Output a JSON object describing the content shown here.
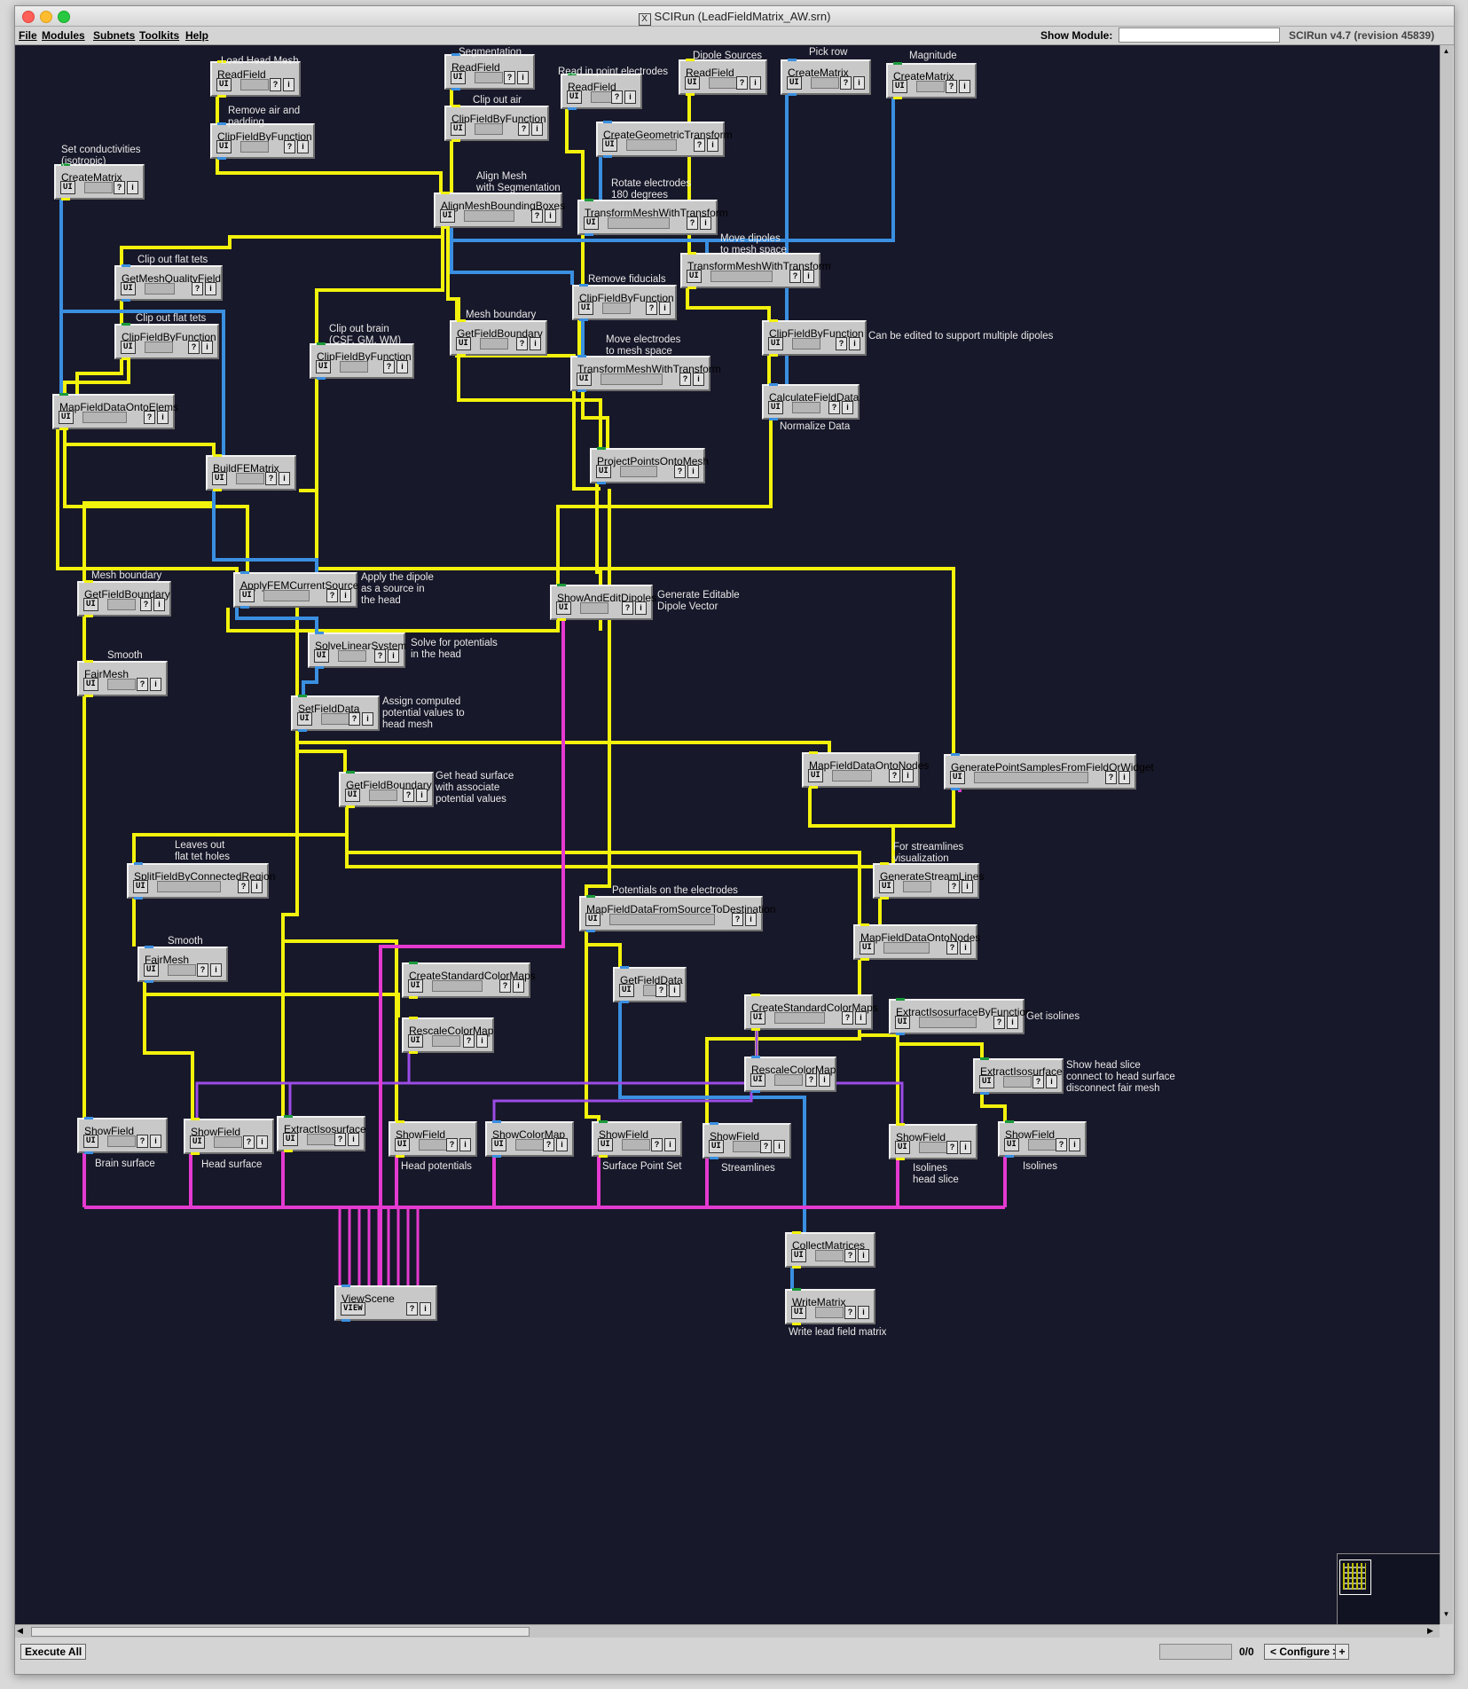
{
  "window": {
    "title": "SCIRun (LeadFieldMatrix_AW.srn)",
    "x_glyph": "X"
  },
  "menubar": {
    "items": [
      "File",
      "Modules",
      "Subnets",
      "Toolkits",
      "Help"
    ],
    "show_module_label": "Show Module:",
    "show_module_value": "",
    "version": "SCIRun v4.7 (revision 45839)"
  },
  "module_buttons": {
    "ui": "UI",
    "view": "VIEW",
    "help": "?",
    "info": "i"
  },
  "modules": [
    {
      "id": "m1",
      "name": "ReadField",
      "ui": "UI"
    },
    {
      "id": "m2",
      "name": "ClipFieldByFunction",
      "ui": "UI"
    },
    {
      "id": "m3",
      "name": "CreateMatrix",
      "ui": "UI"
    },
    {
      "id": "m4",
      "name": "ReadField",
      "ui": "UI"
    },
    {
      "id": "m5",
      "name": "ClipFieldByFunction",
      "ui": "UI"
    },
    {
      "id": "m6",
      "name": "ReadField",
      "ui": "UI"
    },
    {
      "id": "m7",
      "name": "ReadField",
      "ui": "UI"
    },
    {
      "id": "m8",
      "name": "CreateMatrix",
      "ui": "UI"
    },
    {
      "id": "m9",
      "name": "CreateMatrix",
      "ui": "UI"
    },
    {
      "id": "m10",
      "name": "CreateGeometricTransform",
      "ui": "UI"
    },
    {
      "id": "m11",
      "name": "AlignMeshBoundingBoxes",
      "ui": "UI"
    },
    {
      "id": "m12",
      "name": "TransformMeshWithTransform",
      "ui": "UI"
    },
    {
      "id": "m13",
      "name": "TransformMeshWithTransform",
      "ui": "UI"
    },
    {
      "id": "m14",
      "name": "GetMeshQualityField",
      "ui": "UI"
    },
    {
      "id": "m15",
      "name": "ClipFieldByFunction",
      "ui": "UI"
    },
    {
      "id": "m16",
      "name": "ClipFieldByFunction",
      "ui": "UI"
    },
    {
      "id": "m17",
      "name": "GetFieldBoundary",
      "ui": "UI"
    },
    {
      "id": "m18",
      "name": "ClipFieldByFunction",
      "ui": "UI"
    },
    {
      "id": "m19",
      "name": "ClipFieldByFunction",
      "ui": "UI"
    },
    {
      "id": "m20",
      "name": "TransformMeshWithTransform",
      "ui": "UI"
    },
    {
      "id": "m21",
      "name": "MapFieldDataOntoElems",
      "ui": "UI"
    },
    {
      "id": "m22",
      "name": "CalculateFieldData",
      "ui": "UI"
    },
    {
      "id": "m23",
      "name": "BuildFEMatrix",
      "ui": "UI"
    },
    {
      "id": "m24",
      "name": "ProjectPointsOntoMesh",
      "ui": "UI"
    },
    {
      "id": "m25",
      "name": "GetFieldBoundary",
      "ui": "UI"
    },
    {
      "id": "m26",
      "name": "ApplyFEMCurrentSource",
      "ui": "UI"
    },
    {
      "id": "m27",
      "name": "ShowAndEditDipoles",
      "ui": "UI"
    },
    {
      "id": "m28",
      "name": "SolveLinearSystem",
      "ui": "UI"
    },
    {
      "id": "m29",
      "name": "FairMesh",
      "ui": "UI"
    },
    {
      "id": "m30",
      "name": "SetFieldData",
      "ui": "UI"
    },
    {
      "id": "m31",
      "name": "MapFieldDataOntoNodes",
      "ui": "UI"
    },
    {
      "id": "m32",
      "name": "GeneratePointSamplesFromFieldOrWidget",
      "ui": "UI"
    },
    {
      "id": "m33",
      "name": "GetFieldBoundary",
      "ui": "UI"
    },
    {
      "id": "m34",
      "name": "SplitFieldByConnectedRegion",
      "ui": "UI"
    },
    {
      "id": "m35",
      "name": "GenerateStreamLines",
      "ui": "UI"
    },
    {
      "id": "m36",
      "name": "MapFieldDataFromSourceToDestination",
      "ui": "UI"
    },
    {
      "id": "m37",
      "name": "MapFieldDataOntoNodes",
      "ui": "UI"
    },
    {
      "id": "m38",
      "name": "FairMesh",
      "ui": "UI"
    },
    {
      "id": "m39",
      "name": "CreateStandardColorMaps",
      "ui": "UI"
    },
    {
      "id": "m40",
      "name": "GetFieldData",
      "ui": "UI"
    },
    {
      "id": "m41",
      "name": "CreateStandardColorMaps",
      "ui": "UI"
    },
    {
      "id": "m42",
      "name": "ExtractIsosurfaceByFunction",
      "ui": "UI"
    },
    {
      "id": "m43",
      "name": "RescaleColorMap",
      "ui": "UI"
    },
    {
      "id": "m44",
      "name": "RescaleColorMap",
      "ui": "UI"
    },
    {
      "id": "m45",
      "name": "ExtractIsosurface",
      "ui": "UI"
    },
    {
      "id": "m46",
      "name": "ShowField",
      "ui": "UI"
    },
    {
      "id": "m47",
      "name": "ShowField",
      "ui": "UI"
    },
    {
      "id": "m48",
      "name": "ExtractIsosurface",
      "ui": "UI"
    },
    {
      "id": "m49",
      "name": "ShowField",
      "ui": "UI"
    },
    {
      "id": "m50",
      "name": "ShowColorMap",
      "ui": "UI"
    },
    {
      "id": "m51",
      "name": "ShowField",
      "ui": "UI"
    },
    {
      "id": "m52",
      "name": "ShowField",
      "ui": "UI"
    },
    {
      "id": "m53",
      "name": "ShowField",
      "ui": "UI"
    },
    {
      "id": "m54",
      "name": "ShowField",
      "ui": "UI"
    },
    {
      "id": "m55",
      "name": "CollectMatrices",
      "ui": "UI"
    },
    {
      "id": "m56",
      "name": "ViewScene",
      "ui": "VIEW"
    },
    {
      "id": "m57",
      "name": "WriteMatrix",
      "ui": "UI"
    }
  ],
  "notes": [
    "Load Head Mesh",
    "Remove air and\npadding",
    "Set conductivities\n(isotropic)",
    "Segmentation",
    "Clip out air",
    "Read in point electrodes",
    "Dipole Sources",
    "Pick row",
    "Magnitude",
    "Align Mesh\nwith Segmentation",
    "Rotate electrodes\n180 degrees",
    "Move dipoles\nto mesh space",
    "Clip out flat tets",
    "Clip out flat tets",
    "Remove fiducials",
    "Mesh boundary",
    "Clip out brain\n(CSF, GM, WM)",
    "Can be edited to support multiple dipoles",
    "Move electrodes\nto mesh space",
    "Normalize Data",
    "Mesh boundary",
    "Apply the dipole\nas a source in\nthe head",
    "Generate Editable\nDipole Vector",
    "Smooth",
    "Solve for potentials\nin the head",
    "Assign computed\npotential values to\nhead mesh",
    "Get head surface\nwith associate\npotential values",
    "Leaves out\nflat tet holes",
    "For streamlines\nvisualization",
    "Potentials on the electrodes",
    "Smooth",
    "Get isolines",
    "Show head slice\nconnect to head surface\ndisconnect fair mesh",
    "Brain surface",
    "Head surface",
    "Head potentials",
    "Surface Point Set",
    "Streamlines",
    "Isolines\nhead slice",
    "Isolines",
    "Write lead field matrix"
  ],
  "statusbar": {
    "execute_all": "Execute All",
    "counter": "0/0",
    "configure": "< Configure >",
    "plus": "+"
  },
  "colors": {
    "canvas_bg": "#171829",
    "wire_field": "#f2f20c",
    "wire_matrix": "#3a8fe0",
    "wire_geometry": "#e43ad0",
    "wire_colormap": "#9b4ce6"
  }
}
